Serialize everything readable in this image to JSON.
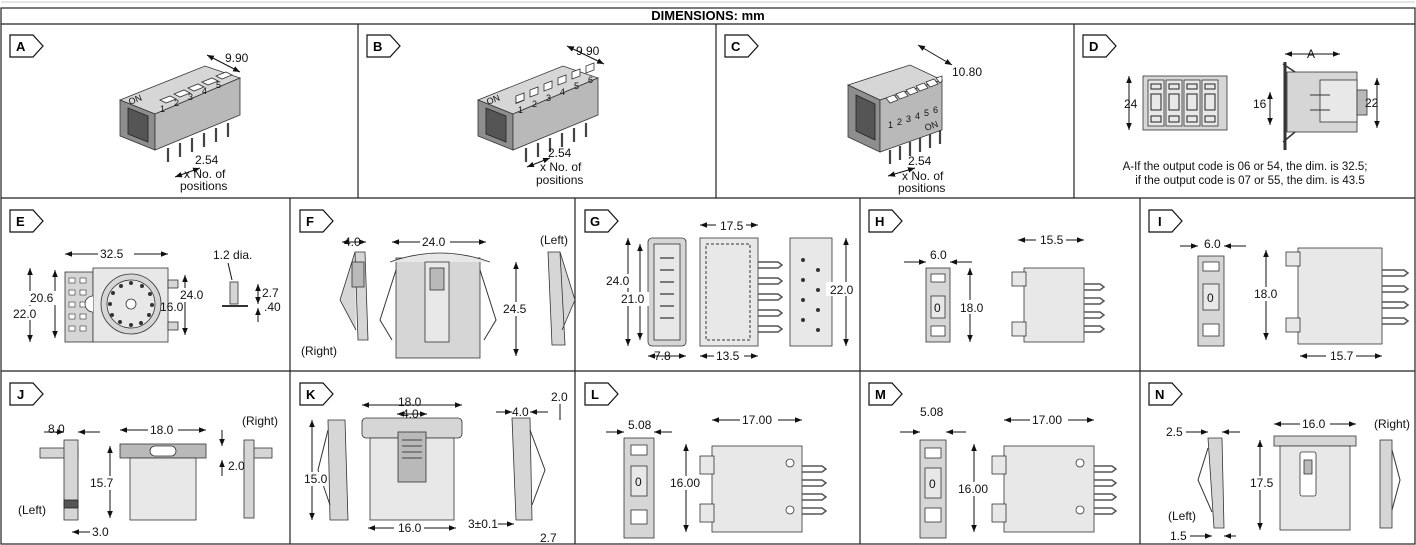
{
  "header": {
    "title": "DIMENSIONS: mm"
  },
  "panels": {
    "A": {
      "tag": "A",
      "width": "9.90",
      "pitch": "2.54",
      "pitch_note1": "x No. of",
      "pitch_note2": "positions",
      "on": "ON",
      "positions": [
        "1",
        "2",
        "3",
        "4",
        "5"
      ]
    },
    "B": {
      "tag": "B",
      "width": "9.90",
      "pitch": "2.54",
      "pitch_note1": "x No. of",
      "pitch_note2": "positions",
      "on": "ON",
      "positions": [
        "1",
        "2",
        "3",
        "4",
        "5",
        "6"
      ]
    },
    "C": {
      "tag": "C",
      "width": "10.80",
      "pitch": "2.54",
      "pitch_note1": "x No. of",
      "pitch_note2": "positions",
      "on": "ON",
      "positions": [
        "1",
        "2",
        "3",
        "4",
        "5",
        "6"
      ]
    },
    "D": {
      "tag": "D",
      "dim_a": "A",
      "h1": "24",
      "h2": "16",
      "h3": "22",
      "note1": "A-If the output code is 06 or 54, the dim. is 32.5;",
      "note2": "if the output code is 07 or 55, the dim. is 43.5"
    },
    "E": {
      "tag": "E",
      "w": "32.5",
      "h_outer": "22.0",
      "h_inner": "20.6",
      "h_body": "24.0",
      "h_dial": "16.0",
      "pin_dia": "1.2 dia.",
      "pin_h1": "2.7",
      "pin_h2": ".40"
    },
    "F": {
      "tag": "F",
      "w1": "4.0",
      "w2": "24.0",
      "h": "24.5",
      "left": "(Left)",
      "right": "(Right)"
    },
    "G": {
      "tag": "G",
      "w_top": "17.5",
      "h1": "24.0",
      "h2": "21.0",
      "h3": "22.0",
      "w1": "7.8",
      "w2": "13.5"
    },
    "H": {
      "tag": "H",
      "w1": "6.0",
      "w2": "15.5",
      "h": "18.0",
      "digit": "0"
    },
    "I": {
      "tag": "I",
      "w1": "6.0",
      "w2": "15.7",
      "h": "18.0",
      "digit": "0"
    },
    "J": {
      "tag": "J",
      "w1": "8.0",
      "w2": "18.0",
      "h": "15.7",
      "h2": "2.0",
      "w3": "3.0",
      "left": "(Left)",
      "right": "(Right)"
    },
    "K": {
      "tag": "K",
      "w_top": "18.0",
      "w_mid": "4.0",
      "w_side": "4.0",
      "h_side": "2.0",
      "h": "15.0",
      "w_bot": "16.0",
      "w_pin": "3±0.1",
      "w_end": "2.7"
    },
    "L": {
      "tag": "L",
      "w1": "5.08",
      "w2": "17.00",
      "h": "16.00",
      "digit": "0"
    },
    "M": {
      "tag": "M",
      "w1": "5.08",
      "w2": "17.00",
      "h": "16.00",
      "digit": "0"
    },
    "N": {
      "tag": "N",
      "w1": "2.5",
      "w2": "16.0",
      "h": "17.5",
      "w3": "1.5",
      "left": "(Left)",
      "right": "(Right)"
    }
  }
}
